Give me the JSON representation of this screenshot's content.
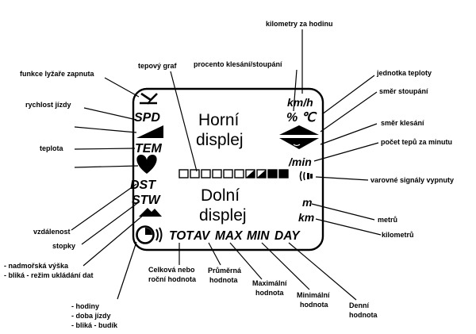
{
  "display": {
    "upper": [
      "Horní",
      "displej"
    ],
    "lower": [
      "Dolní",
      "displej"
    ],
    "symbols": {
      "spd": "SPD",
      "tem": "TEM",
      "dst": "DST",
      "stw": "STW",
      "kmh": "km/h",
      "pct_c": "% ℃",
      "per_min": "/min",
      "m": "m",
      "km": "km"
    },
    "bottom_row": [
      "TOT",
      "AV",
      "MAX",
      "MIN",
      "DAY"
    ],
    "icons": [
      "skier-icon",
      "incline-triangle-icon",
      "heart-icon",
      "mountain-icon",
      "clock-icon",
      "alarm-sound-icon",
      "up-down-arrows-icon",
      "warning-signals-icon"
    ],
    "bargraph_segments": 10
  },
  "labels": {
    "kmh": "kilometry za hodinu",
    "pulse_graph": "tepový graf",
    "percent": "procento klesání/stoupání",
    "ski": "funkce lyžaře zapnuta",
    "temp_unit": "jednotka teploty",
    "speed": "rychlost jízdy",
    "ascent": "směr stoupání",
    "descent": "směr klesání",
    "temp": "teplota",
    "bpm": "počet tepů za minutu",
    "warnings_off": "varovné signály vypnuty",
    "distance": "vzdálenost",
    "meters": "metrů",
    "stopwatch": "stopky",
    "km": "kilometrů",
    "altitude": [
      "- nadmořská výška",
      "- bliká - režim ukládání dat"
    ],
    "total": [
      "Celková nebo",
      "roční hodnota"
    ],
    "average": [
      "Průměrná",
      "hodnota"
    ],
    "maximum": [
      "Maximální",
      "hodnota"
    ],
    "minimum": [
      "Minimální",
      "hodnota"
    ],
    "daily": [
      "Denní",
      "hodnota"
    ],
    "clock": [
      "- hodiny",
      "- doba jízdy",
      "- bliká - budík"
    ]
  }
}
